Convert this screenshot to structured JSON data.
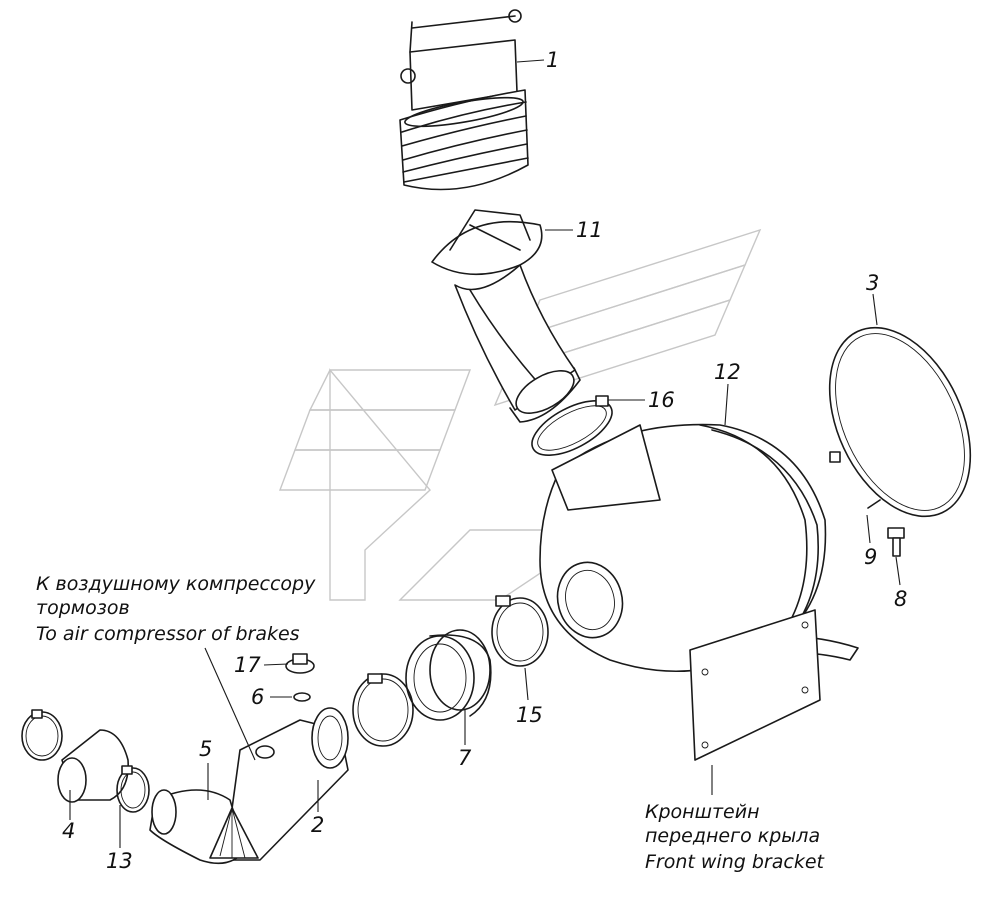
{
  "callouts": [
    "1",
    "11",
    "3",
    "12",
    "16",
    "9",
    "8",
    "17",
    "6",
    "5",
    "2",
    "4",
    "13",
    "7",
    "15"
  ],
  "notes": {
    "compressor": [
      "К воздушному компрессору",
      "тормозов",
      "To air compressor of brakes"
    ],
    "bracket": [
      "Кронштейн",
      "переднего крыла",
      "Front wing bracket"
    ]
  },
  "icons": [
    "watermark-logo-icon"
  ],
  "colors": {
    "line": "#1a1a1a",
    "watermark": "#c7c7c7",
    "background": "#ffffff"
  }
}
